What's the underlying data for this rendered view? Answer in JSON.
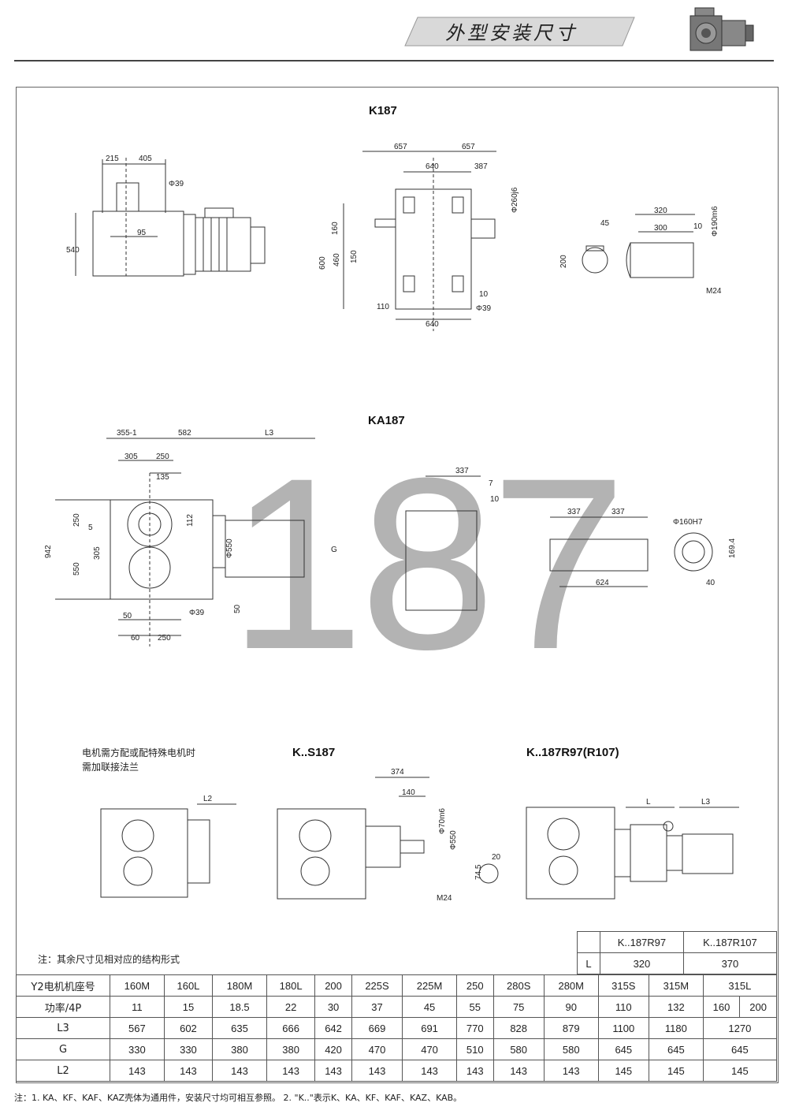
{
  "header": {
    "title": "外型安装尺寸"
  },
  "sections": {
    "k187": "K187",
    "ka187": "KA187",
    "ks187": "K..S187",
    "kr": "K..187R97(R107)"
  },
  "watermark": "187",
  "notes": {
    "motor": "电机需方配或配特殊电机时",
    "motor2": "需加联接法兰",
    "other": "注：其余尺寸见相对应的结构形式",
    "footer": "注：1. KA、KF、KAF、KAZ壳体为通用件，安装尺寸均可相互参照。   2. \"K..\"表示K、KA、KF、KAF、KAZ、KAB。"
  },
  "dims": {
    "k187_a": "215",
    "k187_b": "405",
    "k187_c": "Φ39",
    "k187_d": "540",
    "k187_e": "95",
    "k187_f": "657",
    "k187_g": "657",
    "k187_h": "640",
    "k187_i": "387",
    "k187_j": "Φ260j6",
    "k187_k": "160",
    "k187_l": "600",
    "k187_m": "460",
    "k187_n": "150",
    "k187_o": "110",
    "k187_p": "10",
    "k187_q": "Φ39",
    "k187_r": "640",
    "k187_s": "320",
    "k187_t": "45",
    "k187_u": "300",
    "k187_v": "10",
    "k187_w": "Φ190m6",
    "k187_x": "200",
    "k187_y": "M24",
    "ka_a": "355-1",
    "ka_b": "582",
    "ka_c": "L3",
    "ka_d": "305",
    "ka_e": "250",
    "ka_f": "135",
    "ka_g": "942",
    "ka_h": "250",
    "ka_i": "5",
    "ka_j": "305",
    "ka_k": "550",
    "ka_l": "112",
    "ka_m": "Φ550",
    "ka_n": "G",
    "ka_o": "50",
    "ka_p": "Φ39",
    "ka_q": "50",
    "ka_r": "60",
    "ka_s": "250",
    "ka_t": "337",
    "ka_u": "7",
    "ka_v": "10",
    "ka_w": "337",
    "ka_x": "337",
    "ka_y": "624",
    "ka_z": "Φ160H7",
    "ka_aa": "169.4",
    "ka_ab": "40",
    "ks_a": "L2",
    "ks_b": "374",
    "ks_c": "140",
    "ks_d": "Φ70m6",
    "ks_e": "Φ550",
    "ks_f": "20",
    "ks_g": "74.5",
    "ks_h": "M24",
    "kr_a": "L",
    "kr_b": "L3"
  },
  "small_table": {
    "headers": [
      "K..187R97",
      "K..187R107"
    ],
    "row_label": "L",
    "values": [
      "320",
      "370"
    ]
  },
  "main_table": {
    "rows": [
      {
        "label": "Y2电机机座号",
        "cells": [
          "160M",
          "160L",
          "180M",
          "180L",
          "200",
          "225S",
          "225M",
          "250",
          "280S",
          "280M",
          "315S",
          "315M",
          "315L"
        ]
      },
      {
        "label": "功率/4P",
        "cells": [
          "11",
          "15",
          "18.5",
          "22",
          "30",
          "37",
          "45",
          "55",
          "75",
          "90",
          "110",
          "132",
          "160",
          "200"
        ]
      },
      {
        "label": "L3",
        "cells": [
          "567",
          "602",
          "635",
          "666",
          "642",
          "669",
          "691",
          "770",
          "828",
          "879",
          "1100",
          "1180",
          "1270"
        ]
      },
      {
        "label": "G",
        "cells": [
          "330",
          "330",
          "380",
          "380",
          "420",
          "470",
          "470",
          "510",
          "580",
          "580",
          "645",
          "645",
          "645"
        ]
      },
      {
        "label": "L2",
        "cells": [
          "143",
          "143",
          "143",
          "143",
          "143",
          "143",
          "143",
          "143",
          "143",
          "143",
          "145",
          "145",
          "145"
        ]
      }
    ]
  }
}
